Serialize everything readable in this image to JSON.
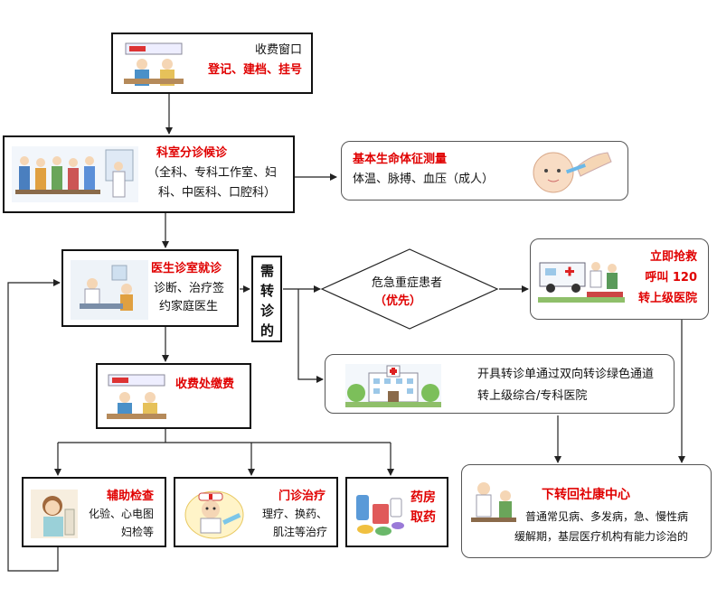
{
  "colors": {
    "accent": "#e00000",
    "line": "#222222",
    "box_border": "#111111"
  },
  "registration": {
    "line1": "收费窗口",
    "line2": "登记、建档、挂号"
  },
  "triage": {
    "title": "科室分诊候诊",
    "line1": "（全科、专科工作室、妇",
    "line2": "科、中医科、口腔科）"
  },
  "vitals": {
    "title": "基本生命体征测量",
    "line1": "体温、脉搏、血压（成人）"
  },
  "doctor": {
    "title": "医生诊室就诊",
    "line1": "诊断、治疗签",
    "line2": "约家庭医生"
  },
  "referral_question": {
    "c1": "需",
    "c2": "转",
    "c3": "诊",
    "c4": "的"
  },
  "emergency_decision": {
    "line1": "危急重症患者",
    "line2": "（优先）"
  },
  "rescue": {
    "line1": "立即抢救",
    "line2": "呼叫 120",
    "line3": "转上级医院"
  },
  "referral_green": {
    "line1": "开具转诊单通过双向转诊绿色通道",
    "line2": "转上级综合/专科医院"
  },
  "payment": {
    "title": "收费处缴费"
  },
  "aux_exam": {
    "title": "辅助检查",
    "line1": "化验、心电图",
    "line2": "妇检等"
  },
  "outpatient": {
    "title": "门诊治疗",
    "line1": "理疗、换药、",
    "line2": "肌注等治疗"
  },
  "pharmacy": {
    "line1": "药房",
    "line2": "取药"
  },
  "community": {
    "title": "下转回社康中心",
    "line1": "普通常见病、多发病，急、慢性病",
    "line2": "缓解期，基层医疗机构有能力诊治的"
  }
}
